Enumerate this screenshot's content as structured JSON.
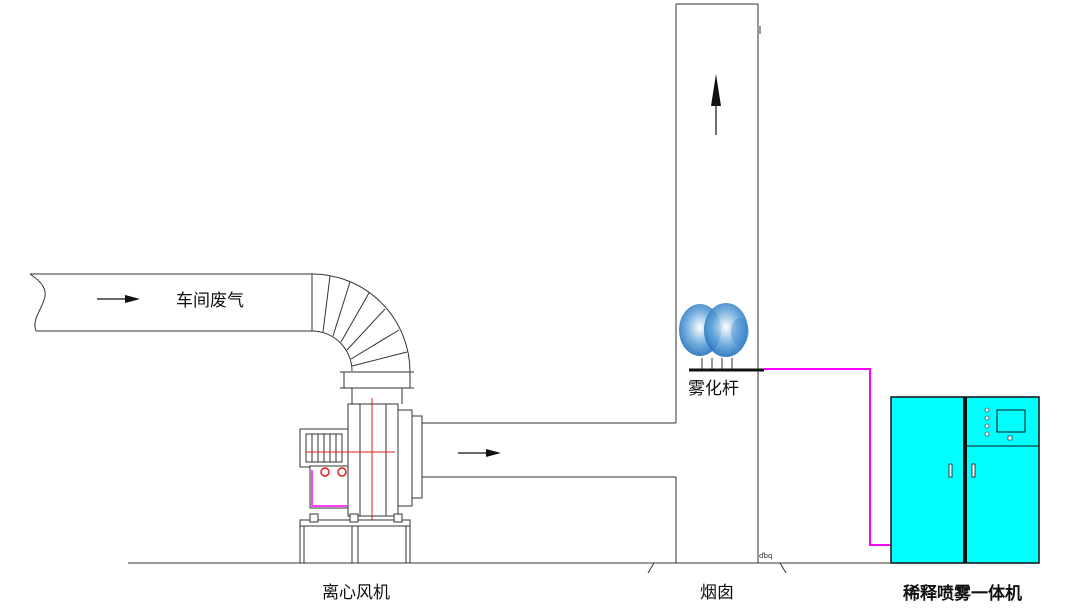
{
  "labels": {
    "workshop_exhaust": "车间废气",
    "atomizing_rod": "雾化杆",
    "centrifugal_fan": "离心风机",
    "chimney": "烟囱",
    "dilution_spray_unit": "稀释喷雾一体机"
  },
  "colors": {
    "pipe_line": "#ff00ff",
    "cabinet_fill": "#00ffff",
    "spray_blue": "#2f7fc8",
    "motor_red": "#e0201e",
    "outline": "#333333"
  },
  "icons": {
    "flow_arrow": "flow-arrow-icon",
    "spray": "spray-mist-icon",
    "control_screen": "control-screen-icon"
  }
}
